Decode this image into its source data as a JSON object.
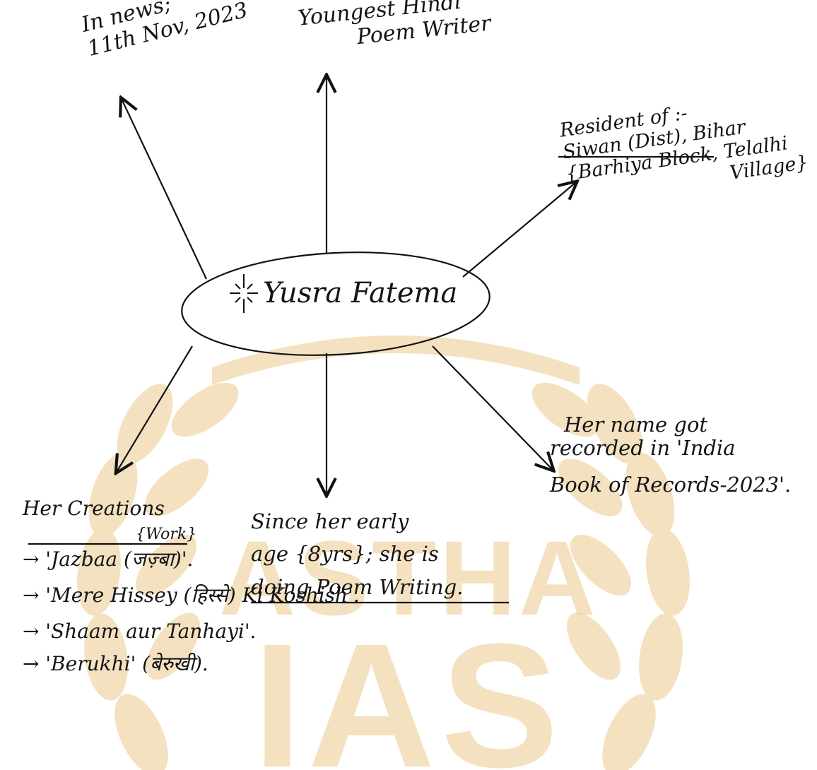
{
  "watermark": {
    "top": "ASTHA",
    "bottom": "IAS",
    "color": "#ecc98c"
  },
  "center": {
    "label": "Yusra Fatema"
  },
  "nodes": {
    "in_news": {
      "line1": "In news;",
      "line2": "11th Nov, 2023"
    },
    "youngest": {
      "line1": "Youngest Hindi",
      "line2": "Poem Writer"
    },
    "resident": {
      "heading": "Resident of :-",
      "line1": "Siwan (Dist), Bihar",
      "line2": "{Barhiya Block, Telalhi",
      "line3": "Village}"
    },
    "record": {
      "line1": "Her name got",
      "line2": "recorded in 'India",
      "line3": "Book of Records-2023'."
    },
    "since": {
      "line1": "Since her early",
      "line2": "age {8yrs}; she is",
      "line3": "doing Poem Writing."
    },
    "creations": {
      "heading": "Her Creations",
      "subheading": "{Work}",
      "items": [
        "→ 'Jazbaa (जज़्बा)'.",
        "→ 'Mere Hissey (हिस्से) Ki Koshish'.",
        "→ 'Shaam aur Tanhayi'.",
        "→ 'Berukhi' (बेरुखी)."
      ]
    }
  }
}
